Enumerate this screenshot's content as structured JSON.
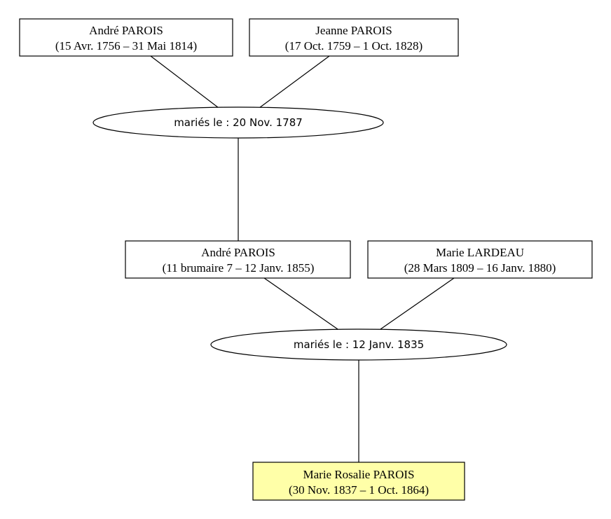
{
  "persons": {
    "andre_1756": {
      "name": "André PAROIS",
      "dates": "(15 Avr. 1756 – 31 Mai 1814)"
    },
    "jeanne_1759": {
      "name": "Jeanne PAROIS",
      "dates": "(17 Oct. 1759 – 1 Oct. 1828)"
    },
    "andre_7": {
      "name": "André PAROIS",
      "dates": "(11 brumaire 7 – 12 Janv. 1855)"
    },
    "marie_lardeau": {
      "name": "Marie LARDEAU",
      "dates": "(28 Mars 1809 – 16 Janv. 1880)"
    },
    "marie_rosalie": {
      "name": "Marie Rosalie PAROIS",
      "dates": "(30 Nov. 1837 – 1 Oct. 1864)"
    }
  },
  "unions": {
    "union_1787": {
      "label": "mariés le : 20 Nov. 1787"
    },
    "union_1835": {
      "label": "mariés le : 12 Janv. 1835"
    }
  },
  "colors": {
    "box_fill": "#ffffff",
    "highlight_fill": "#ffffa8",
    "stroke": "#000000"
  }
}
